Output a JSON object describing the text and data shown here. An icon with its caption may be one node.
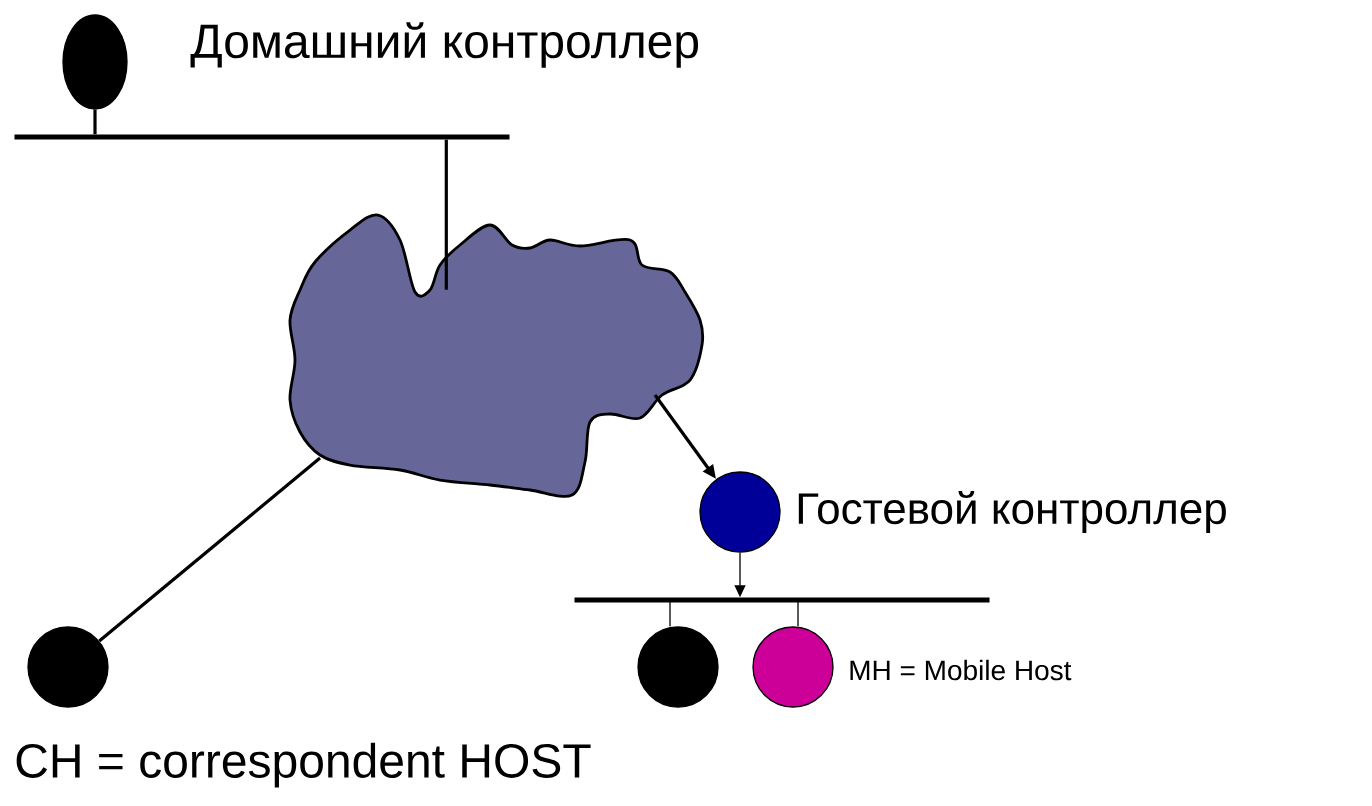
{
  "diagram": {
    "nodes": [
      {
        "text": [],
        "shape": "circle",
        "beside": [
          "Домашний контроллер"
        ]
      },
      {
        "text": [],
        "shape": "bar"
      },
      {
        "text": [],
        "shape": "cloud"
      },
      {
        "text": [],
        "shape": "circle",
        "beside": [
          "Гостевой контроллер"
        ]
      },
      {
        "text": [],
        "shape": "bar"
      },
      {
        "text": [],
        "shape": "circle"
      },
      {
        "text": [],
        "shape": "circle",
        "beside": [
          "MH = Mobile Host"
        ]
      },
      {
        "text": [],
        "shape": "circle",
        "beside": [
          "CH = correspondent HOST"
        ]
      }
    ],
    "edges": [
      {
        "from": 0,
        "to": 1,
        "arrow": "none"
      },
      {
        "from": 1,
        "to": 2,
        "arrow": "none"
      },
      {
        "from": 2,
        "to": 3,
        "arrow": "to"
      },
      {
        "from": 3,
        "to": 4,
        "arrow": "to"
      },
      {
        "from": 4,
        "to": 5,
        "arrow": "none"
      },
      {
        "from": 4,
        "to": 6,
        "arrow": "none"
      },
      {
        "from": 2,
        "to": 7,
        "arrow": "none"
      }
    ]
  }
}
